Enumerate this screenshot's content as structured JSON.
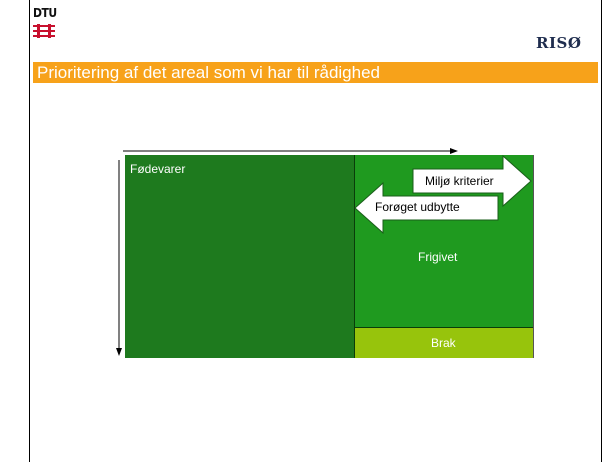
{
  "header": {
    "org_logo_text": "DTU",
    "partner_logo_text": "RISØ",
    "title": "Prioritering af det areal som vi har til rådighed"
  },
  "diagram": {
    "blocks": {
      "food": "Fødevarer",
      "freed": "Frigivet",
      "fallow": "Brak"
    },
    "arrows": {
      "environment": "Miljø kriterier",
      "yield": "Forøget udbytte"
    }
  },
  "colors": {
    "title_bar": "#f7a21a",
    "food_block": "#1e7a1e",
    "freed_block": "#1f9a1f",
    "fallow_block": "#97c40c",
    "dtu_red": "#c8102e"
  }
}
